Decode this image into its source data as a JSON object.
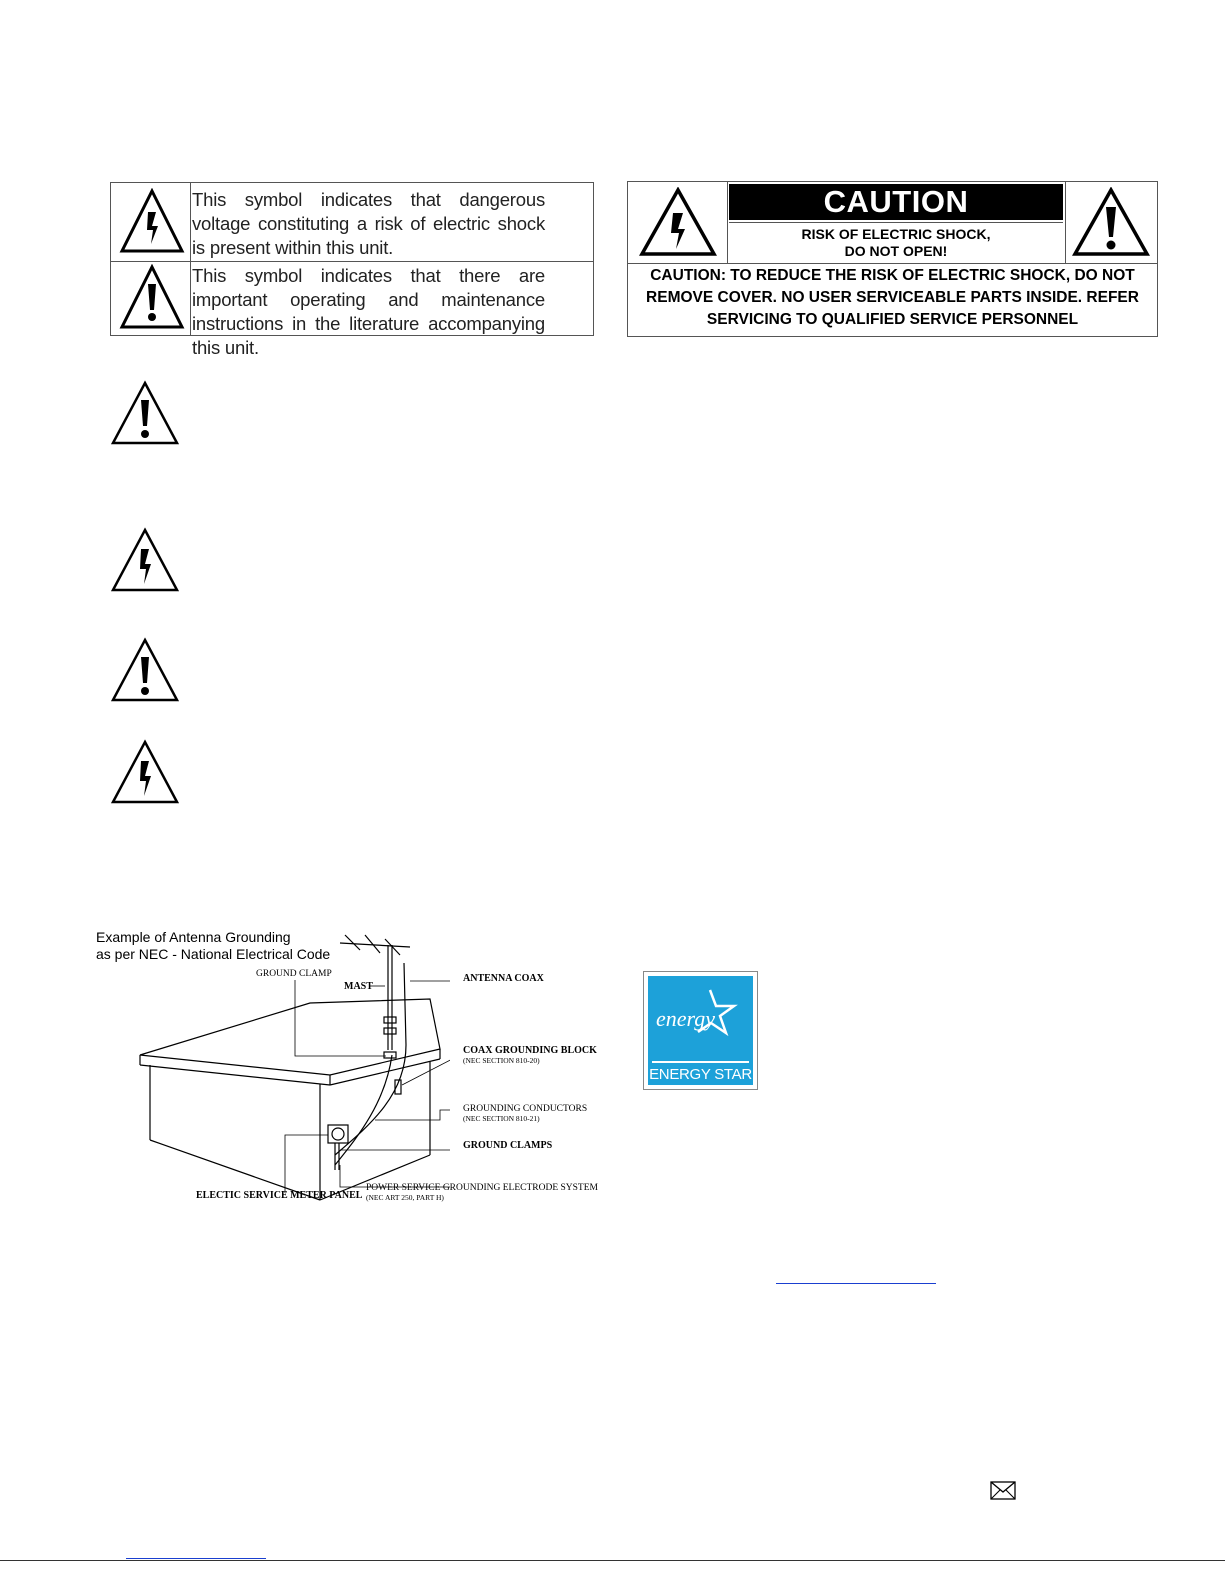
{
  "symbol_box": {
    "voltage_text": "This symbol indicates that dangerous voltage constituting a risk of electric shock is present within this unit.",
    "instructions_text": "This symbol indicates that there are important operating and maintenance instructions in the literature accompanying this unit."
  },
  "caution_label": {
    "banner": "CAUTION",
    "sub_line1": "RISK OF ELECTRIC SHOCK,",
    "sub_line2": "DO NOT OPEN!",
    "body_line1": "CAUTION: TO REDUCE THE RISK OF ELECTRIC SHOCK, DO NOT",
    "body_line2": "REMOVE COVER.  NO USER SERVICEABLE PARTS INSIDE.  REFER",
    "body_line3": "SERVICING TO QUALIFIED SERVICE PERSONNEL"
  },
  "warning_icons": [
    "exclamation-icon",
    "lightning-icon",
    "exclamation-icon",
    "lightning-icon"
  ],
  "antenna_diagram": {
    "caption_line1": "Example of Antenna Grounding",
    "caption_line2": "as per NEC - National Electrical Code",
    "labels": {
      "ground_clamp": "GROUND CLAMP",
      "mast": "MAST",
      "antenna_coax": "ANTENNA COAX",
      "coax_block": "COAX GROUNDING BLOCK",
      "coax_block_sub": "(NEC SECTION 810-20)",
      "grounding_conductors": "GROUNDING CONDUCTORS",
      "grounding_conductors_sub": "(NEC SECTION 810-21)",
      "ground_clamps": "GROUND CLAMPS",
      "meter_panel": "ELECTIC SERVICE METER PANEL",
      "power_service": "POWER SERVICE GROUNDING ELECTRODE SYSTEM",
      "power_service_sub": "(NEC ART 250, PART H)"
    }
  },
  "energy_star": {
    "script": "energy",
    "label": "ENERGY STAR",
    "color": "#1da1d9"
  },
  "icons": {
    "mail": "mail-icon"
  }
}
